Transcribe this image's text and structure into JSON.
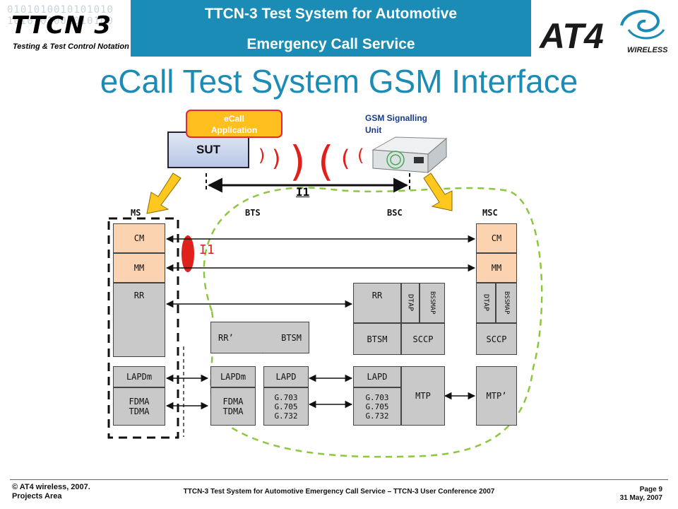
{
  "header": {
    "logo_left_binary": "0101010010101010\n1010101001010100",
    "logo_left_mark": "TTCN 3",
    "logo_left_tagline": "Testing & Test Control Notation",
    "banner_line1": "TTCN-3 Test System for Automotive",
    "banner_line2": "Emergency Call Service",
    "logo_right_mark": "AT4",
    "logo_right_sub": "WIRELESS"
  },
  "title": "eCall Test System GSM Interface",
  "diagram": {
    "ecall_label": "eCall\nApplication",
    "sut_label": "SUT",
    "gsm_label": "GSM Signalling\nUnit",
    "i1_top": "I1",
    "i1_red": "I1",
    "columns": {
      "ms": "MS",
      "bts": "BTS",
      "bsc": "BSC",
      "msc": "MSC"
    },
    "ms_boxes": {
      "cm": "CM",
      "mm": "MM",
      "rr": "RR",
      "lapdm": "LAPDm",
      "fdma": "FDMA\nTDMA"
    },
    "bts_boxes": {
      "rr": "RR’",
      "btsm": "BTSM",
      "lapdm": "LAPDm",
      "fdma": "FDMA\nTDMA",
      "lapd": "LAPD",
      "g": "G.703\nG.705\nG.732"
    },
    "bsc_boxes": {
      "rr": "RR",
      "dtap": "DTAP",
      "bssmap": "BSSMAP",
      "btsm": "BTSM",
      "sccp": "SCCP",
      "lapd": "LAPD",
      "g": "G.703\nG.705\nG.732",
      "mtp": "MTP"
    },
    "msc_boxes": {
      "cm": "CM",
      "mm": "MM",
      "dtap": "DTAP",
      "bssmap": "BSSMAP",
      "sccp": "SCCP",
      "mtp": "MTP’"
    },
    "colors": {
      "accent": "#1a8cb5",
      "peach": "#fcd3b0",
      "grey": "#c9c9c9",
      "red": "#e0201a",
      "green_dash": "#8dc63f",
      "ecall_fill": "#ffbf1f"
    }
  },
  "footer": {
    "left1": "© AT4 wireless, 2007.",
    "left2": "Projects Area",
    "center": "TTCN-3 Test System for Automotive Emergency Call Service – TTCN-3 User Conference 2007",
    "right1": "Page 9",
    "right2": "31 May, 2007"
  }
}
